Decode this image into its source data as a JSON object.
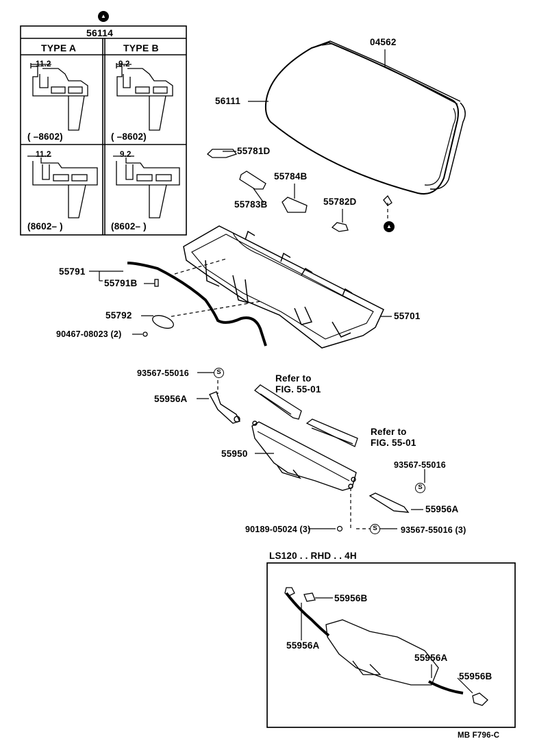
{
  "inset_table": {
    "marker": "▲",
    "part_no": "56114",
    "type_a": "TYPE A",
    "type_b": "TYPE B",
    "dim_a": "11.2",
    "dim_b": "9.2",
    "range_upto_left": "(      –8602)",
    "range_upto_right": "(      –8602)",
    "range_from_left": "(8602–        )",
    "range_from_right": "(8602–        )"
  },
  "callouts": {
    "p04562": "04562",
    "p56111": "56111",
    "p55781D": "55781D",
    "p55784B": "55784B",
    "p55783B": "55783B",
    "p55782D": "55782D",
    "p55791": "55791",
    "p55791B": "55791B",
    "p55792": "55792",
    "p90467": "90467-08023 (2)",
    "p55701": "55701",
    "p93567_top": "93567-55016",
    "p55956A_left": "55956A",
    "refer1_line1": "Refer to",
    "refer1_line2": "FIG. 55-01",
    "refer2_line1": "Refer to",
    "refer2_line2": "FIG. 55-01",
    "p55950": "55950",
    "p93567_right": "93567-55016",
    "p55956A_right": "55956A",
    "p90189": "90189-05024 (3)",
    "p93567_bottom": "93567-55016 (3)",
    "s_symbol": "S",
    "marker_triangle": "▲"
  },
  "lower_inset": {
    "title": "LS120 . . RHD . . 4H",
    "p55956B_top": "55956B",
    "p55956A_left": "55956A",
    "p55956A_right": "55956A",
    "p55956B_bottom": "55956B"
  },
  "footer": {
    "code": "MB   F796-C"
  }
}
